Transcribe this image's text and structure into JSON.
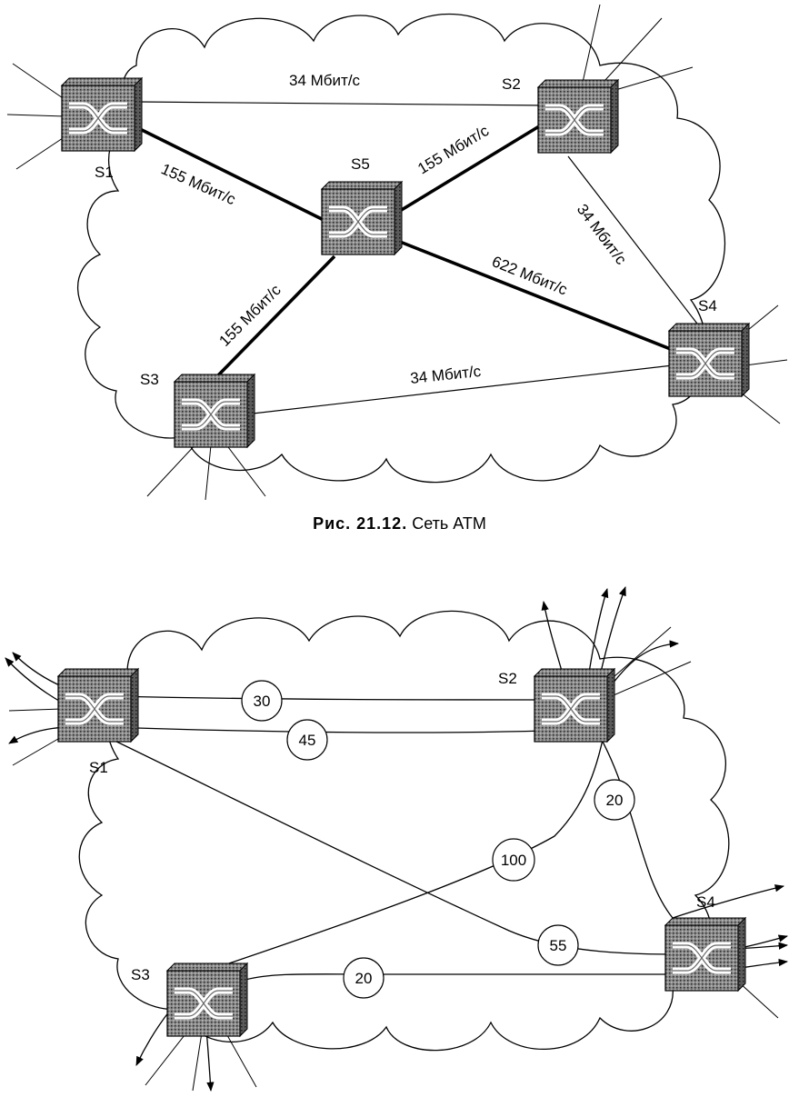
{
  "figure1": {
    "caption_number": "Рис. 21.12.",
    "caption_text": "Сеть ATM",
    "switches": [
      {
        "id": "S1",
        "label": "S1"
      },
      {
        "id": "S2",
        "label": "S2"
      },
      {
        "id": "S3",
        "label": "S3"
      },
      {
        "id": "S4",
        "label": "S4"
      },
      {
        "id": "S5",
        "label": "S5"
      }
    ],
    "links": [
      {
        "from": "S1",
        "to": "S2",
        "label": "34 Мбит/с",
        "weight": "thin"
      },
      {
        "from": "S1",
        "to": "S5",
        "label": "155 Мбит/с",
        "weight": "thick"
      },
      {
        "from": "S5",
        "to": "S2",
        "label": "155 Мбит/с",
        "weight": "thick"
      },
      {
        "from": "S2",
        "to": "S4",
        "label": "34 Мбит/с",
        "weight": "thin"
      },
      {
        "from": "S5",
        "to": "S4",
        "label": "622 Мбит/с",
        "weight": "thick"
      },
      {
        "from": "S5",
        "to": "S3",
        "label": "155 Мбит/с",
        "weight": "thick"
      },
      {
        "from": "S3",
        "to": "S4",
        "label": "34 Мбит/с",
        "weight": "thin"
      }
    ]
  },
  "figure2": {
    "switches": [
      {
        "id": "S1",
        "label": "S1"
      },
      {
        "id": "S2",
        "label": "S2"
      },
      {
        "id": "S3",
        "label": "S3"
      },
      {
        "id": "S4",
        "label": "S4"
      }
    ],
    "flows": [
      {
        "from": "S1",
        "to": "S2",
        "label": "30"
      },
      {
        "from": "S2",
        "to": "S1",
        "label": "45"
      },
      {
        "from": "S2",
        "to": "S4",
        "label": "20"
      },
      {
        "from": "S3",
        "to": "S2",
        "label": "100"
      },
      {
        "from": "S1",
        "to": "S4",
        "label": "55"
      },
      {
        "from": "S3",
        "to": "S4",
        "label": "20"
      }
    ]
  }
}
